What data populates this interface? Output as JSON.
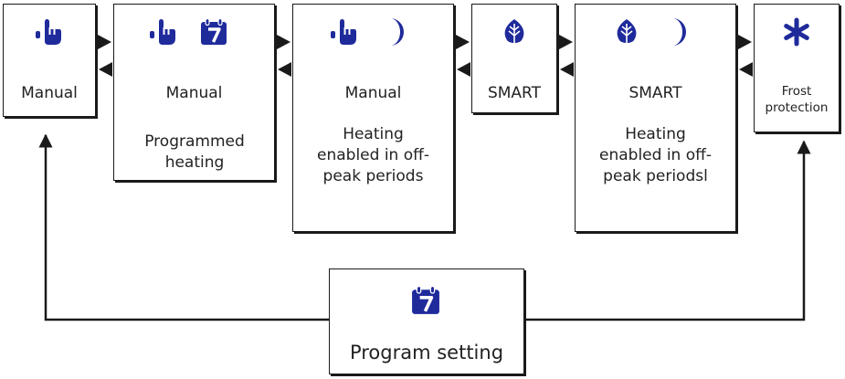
{
  "colors": {
    "icon": "#1f2a9b",
    "line": "#1a1a1a"
  },
  "modes": [
    {
      "id": "manual",
      "title": "Manual",
      "description": "",
      "icons": [
        "hand-icon"
      ]
    },
    {
      "id": "manual-programmed",
      "title": "Manual",
      "description": "Programmed heating",
      "icons": [
        "hand-icon",
        "calendar-icon"
      ]
    },
    {
      "id": "manual-offpeak",
      "title": "Manual",
      "description": "Heating enabled in off-peak periods",
      "icons": [
        "hand-icon",
        "moon-icon"
      ]
    },
    {
      "id": "smart",
      "title": "SMART",
      "description": "",
      "icons": [
        "leaf-icon"
      ]
    },
    {
      "id": "smart-offpeak",
      "title": "SMART",
      "description": "Heating enabled in off-peak periodsl",
      "icons": [
        "leaf-icon",
        "moon-icon"
      ]
    },
    {
      "id": "frost",
      "title": "Frost protection",
      "description": "",
      "icons": [
        "snowflake-icon"
      ]
    }
  ],
  "program": {
    "label": "Program setting",
    "icon": "calendar-icon",
    "calendar_number": "7"
  }
}
